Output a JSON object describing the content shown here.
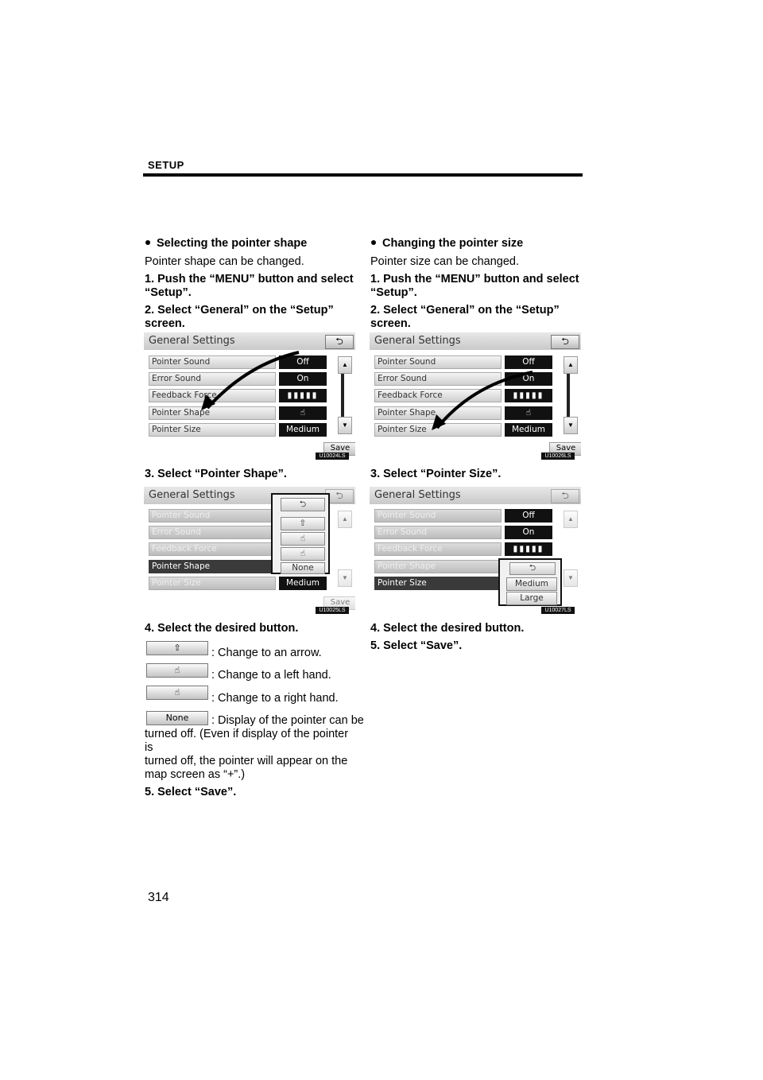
{
  "header": {
    "section": "SETUP"
  },
  "left": {
    "heading": "Selecting the pointer shape",
    "intro": "Pointer shape can be changed.",
    "step1a": "1.   Push the “MENU” button and select",
    "step1b": "“Setup”.",
    "step2a": "2.  Select  “General”  on  the  “Setup”",
    "step2b": "screen.",
    "step3": "3.  Select “Pointer Shape”.",
    "step4": "4.  Select the desired button.",
    "legend": [
      {
        "btn": "⇧",
        "text": ": Change to an arrow."
      },
      {
        "btn": "☝",
        "text": ": Change to a left hand."
      },
      {
        "btn": "☝",
        "text": ": Change to a right hand."
      },
      {
        "btn": "None",
        "text": ": Display of the pointer can be"
      }
    ],
    "note1": "turned off. (Even if display of the pointer is",
    "note2": "turned off, the pointer will appear on the",
    "note3": "map screen as “+”.)",
    "step5": "5.  Select “Save”."
  },
  "right": {
    "heading": "Changing the pointer size",
    "intro": "Pointer size can be changed.",
    "step1a": "1.   Push the “MENU” button and select",
    "step1b": "“Setup”.",
    "step2a": "2.  Select  “General”  on  the  “Setup”",
    "step2b": "screen.",
    "step3": "3.  Select “Pointer Size”.",
    "step4": "4.  Select the desired button.",
    "step5": "5.  Select “Save”."
  },
  "screen": {
    "title": "General Settings",
    "back": "⮌",
    "save": "Save",
    "rows": [
      "Pointer Sound",
      "Error Sound",
      "Feedback Force",
      "Pointer Shape",
      "Pointer Size"
    ],
    "values": [
      "Off",
      "On",
      "▮▮▮▮▮",
      "☝",
      "Medium"
    ],
    "shape_options": [
      "⇧",
      "☝",
      "☝",
      "None"
    ],
    "size_options": [
      "Medium",
      "Large"
    ]
  },
  "codes": [
    "U10024LS",
    "U10025LS",
    "U10026LS",
    "U10027LS"
  ],
  "page_number": "314"
}
